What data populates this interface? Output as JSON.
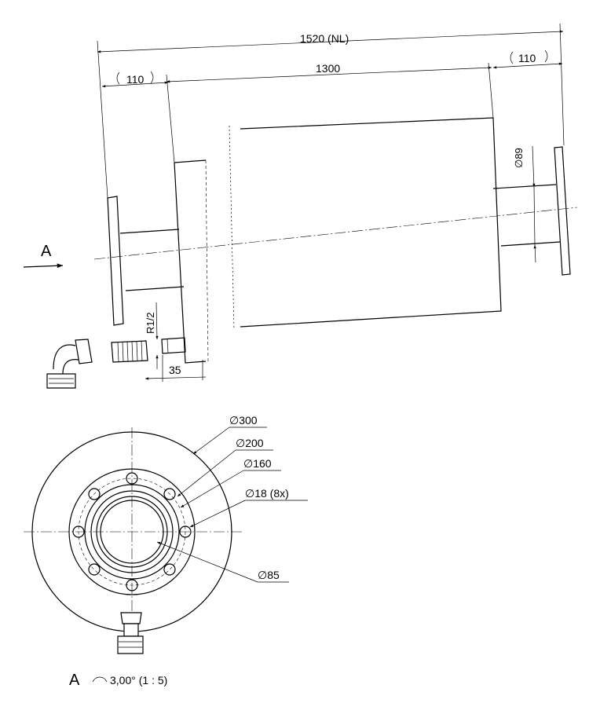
{
  "dimensions": {
    "overall_length": "1520 (NL)",
    "body_length": "1300",
    "left_offset": "110",
    "right_offset": "110",
    "nozzle_diameter": "89",
    "thread": "R1/2",
    "thread_length": "35",
    "flange_outer": "300",
    "bolt_circle": "200",
    "raised_face": "160",
    "bolt_holes": "18 (8x)",
    "bore": "85"
  },
  "symbols": {
    "diameter": "∅"
  },
  "view": {
    "arrow_label": "A",
    "caption_label": "A",
    "caption_detail": "3,00° (1 : 5)"
  }
}
